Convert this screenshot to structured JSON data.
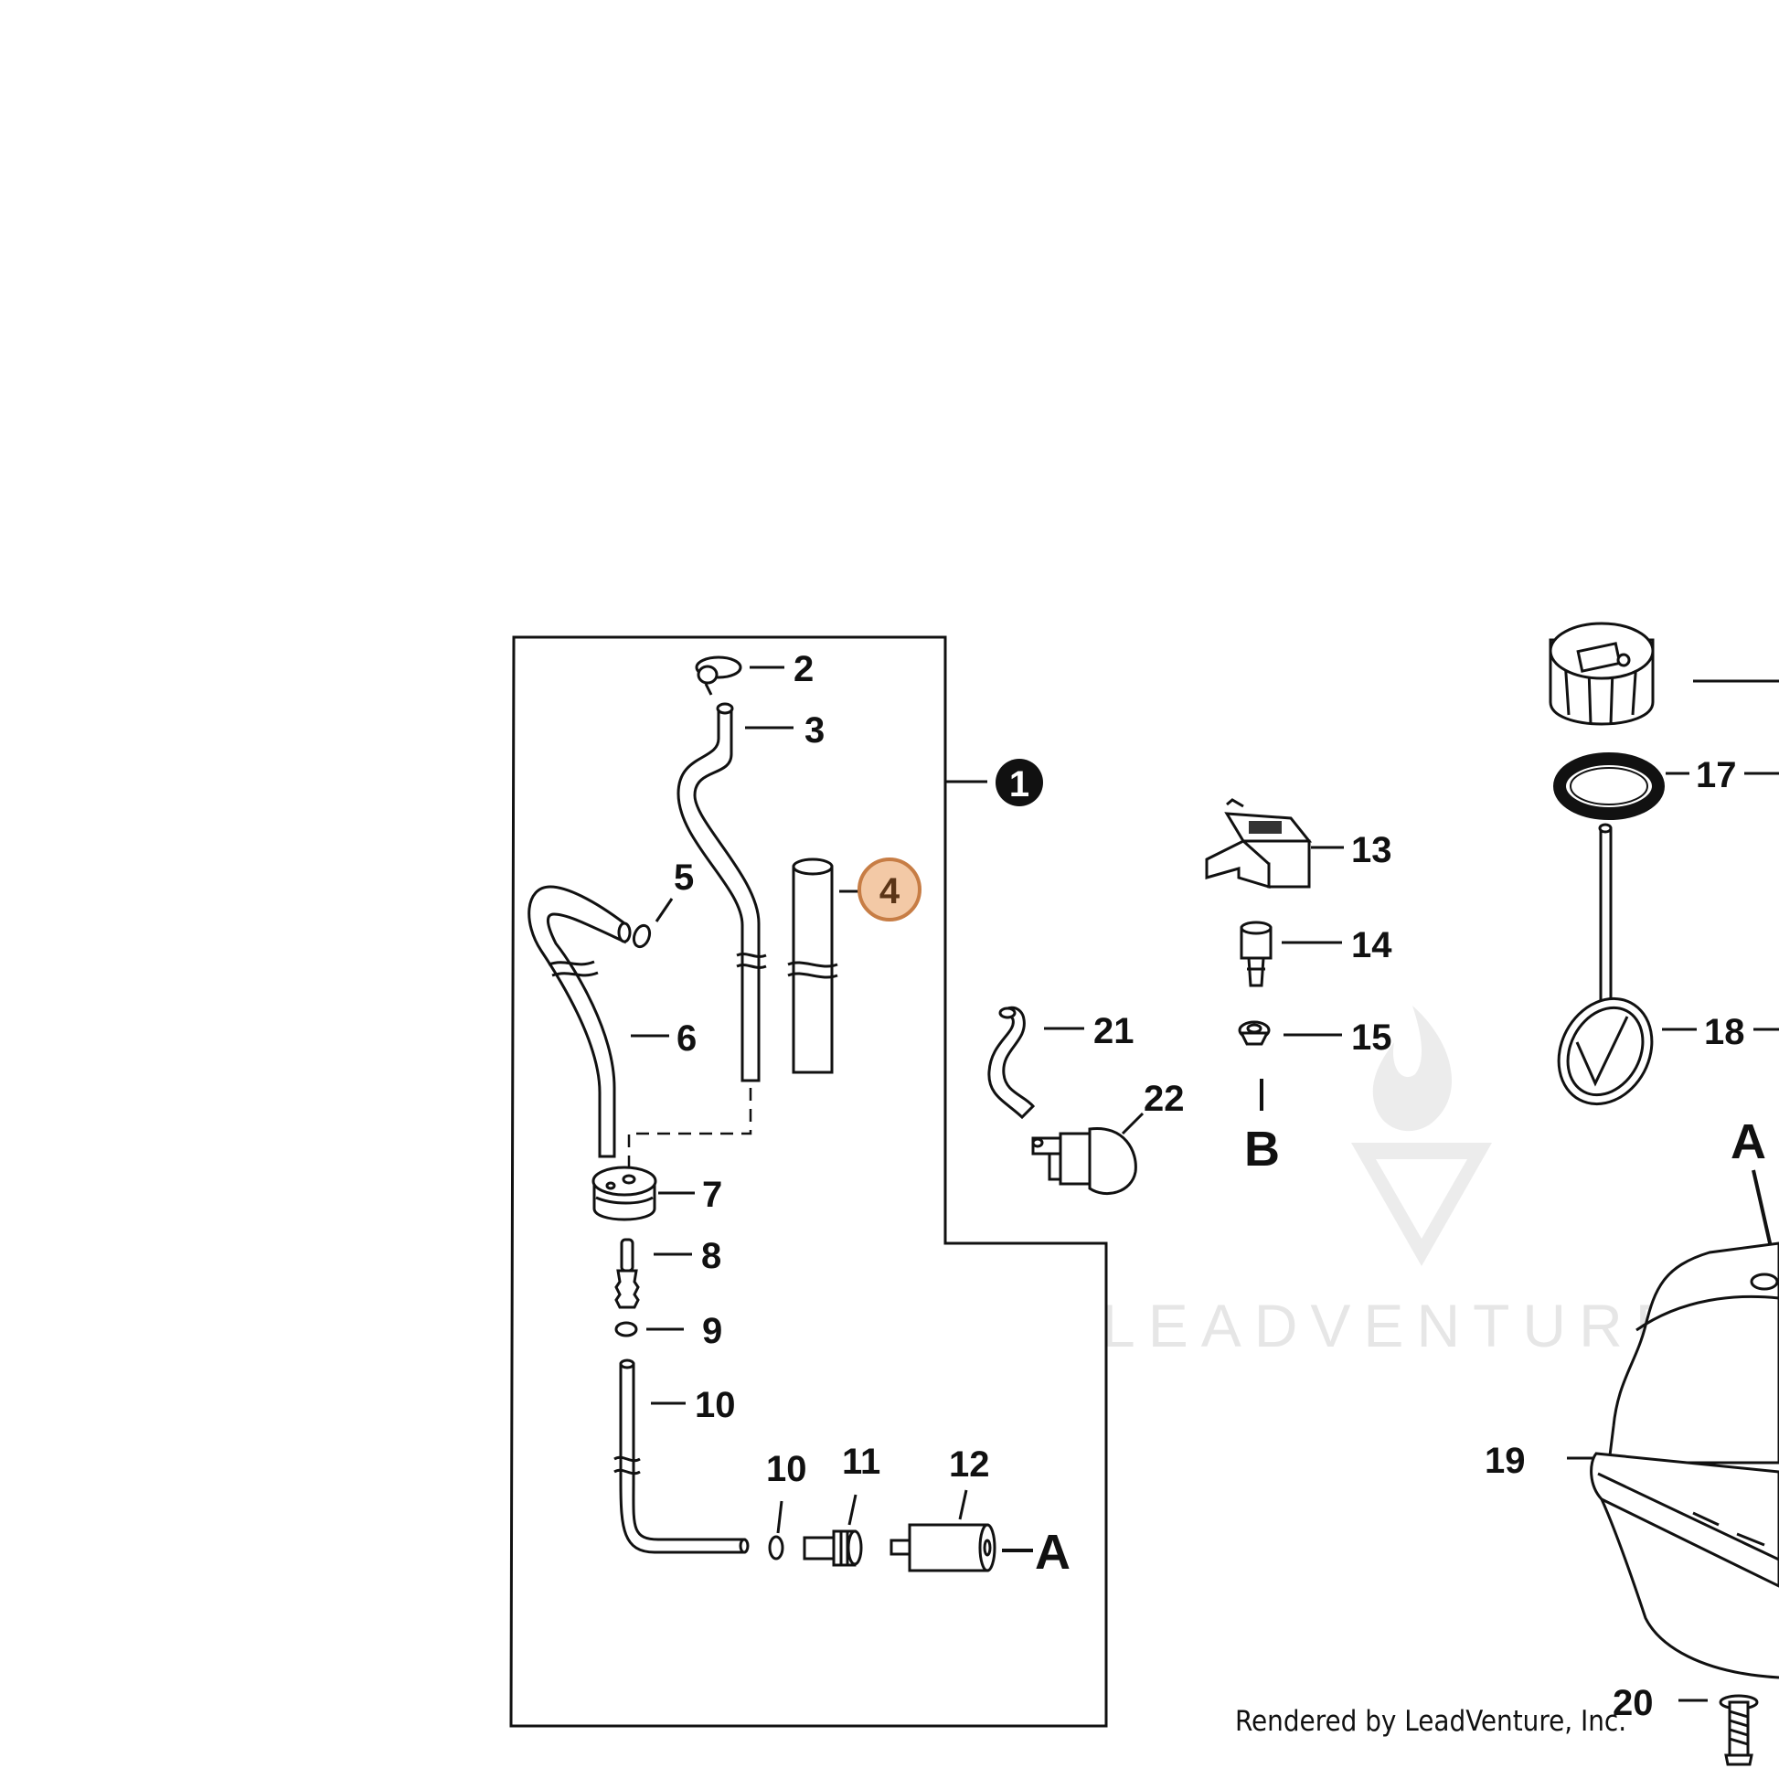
{
  "callouts": {
    "c1": "1",
    "c2": "2",
    "c3": "3",
    "c4": "4",
    "c5": "5",
    "c6": "6",
    "c7": "7",
    "c8": "8",
    "c9": "9",
    "c10a": "10",
    "c10b": "10",
    "c11": "11",
    "c12": "12",
    "c13": "13",
    "c14": "14",
    "c15": "15",
    "c17": "17",
    "c18": "18",
    "c19": "19",
    "c20": "20",
    "c21": "21",
    "c22": "22"
  },
  "refs": {
    "a1": "A",
    "a2": "A",
    "b": "B"
  },
  "watermark": {
    "text": "LEADVENTURE"
  },
  "footer": {
    "text": "Rendered by LeadVenture, Inc."
  },
  "highlight": {
    "color": "#f3c9a6",
    "ring": "#c77d45",
    "text_color": "#5b3517"
  }
}
